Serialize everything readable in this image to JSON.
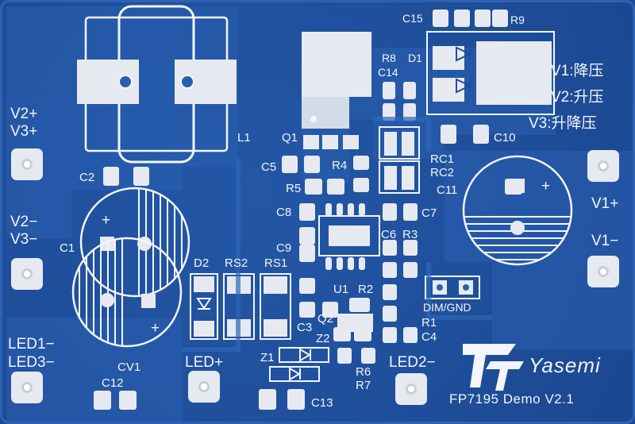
{
  "board": {
    "title": "FP7195 Demo  V2.1",
    "brand": "Yasemi",
    "notes": [
      "V1:降压",
      "V2:升压",
      "V3:升降压"
    ]
  },
  "terminals": {
    "v2v3_pos": [
      "V2+",
      "V3+"
    ],
    "v2v3_neg": [
      "V2−",
      "V3−"
    ],
    "v1_pos": "V1+",
    "v1_neg": "V1−",
    "led1_led3_neg": [
      "LED1−",
      "LED3−"
    ],
    "led_pos": "LED+",
    "led2_neg": "LED2−",
    "dim_gnd": "DIM/GND"
  },
  "refs": {
    "L1": "L1",
    "Q1": "Q1",
    "Q2": "Q2",
    "D1": "D1",
    "D2": "D2",
    "U1": "U1",
    "C1": "C1",
    "C2": "C2",
    "C3": "C3",
    "C4": "C4",
    "C5": "C5",
    "C6": "C6",
    "C7": "C7",
    "C8": "C8",
    "C9": "C9",
    "C10": "C10",
    "C11": "C11",
    "C12": "C12",
    "C13": "C13",
    "C14": "C14",
    "C15": "C15",
    "CV1": "CV1",
    "R1": "R1",
    "R2": "R2",
    "R3": "R3",
    "R4": "R4",
    "R5": "R5",
    "R6": "R6",
    "R7": "R7",
    "R8": "R8",
    "R9": "R9",
    "RC1": "RC1",
    "RC2": "RC2",
    "RS1": "RS1",
    "RS2": "RS2",
    "Z1": "Z1",
    "Z2": "Z2",
    "plus": "+"
  },
  "colors": {
    "board": "#1f4f9b",
    "pour": "#2a5fb0",
    "silk": "#f2f5fb",
    "pad": "#e6eaf0"
  }
}
